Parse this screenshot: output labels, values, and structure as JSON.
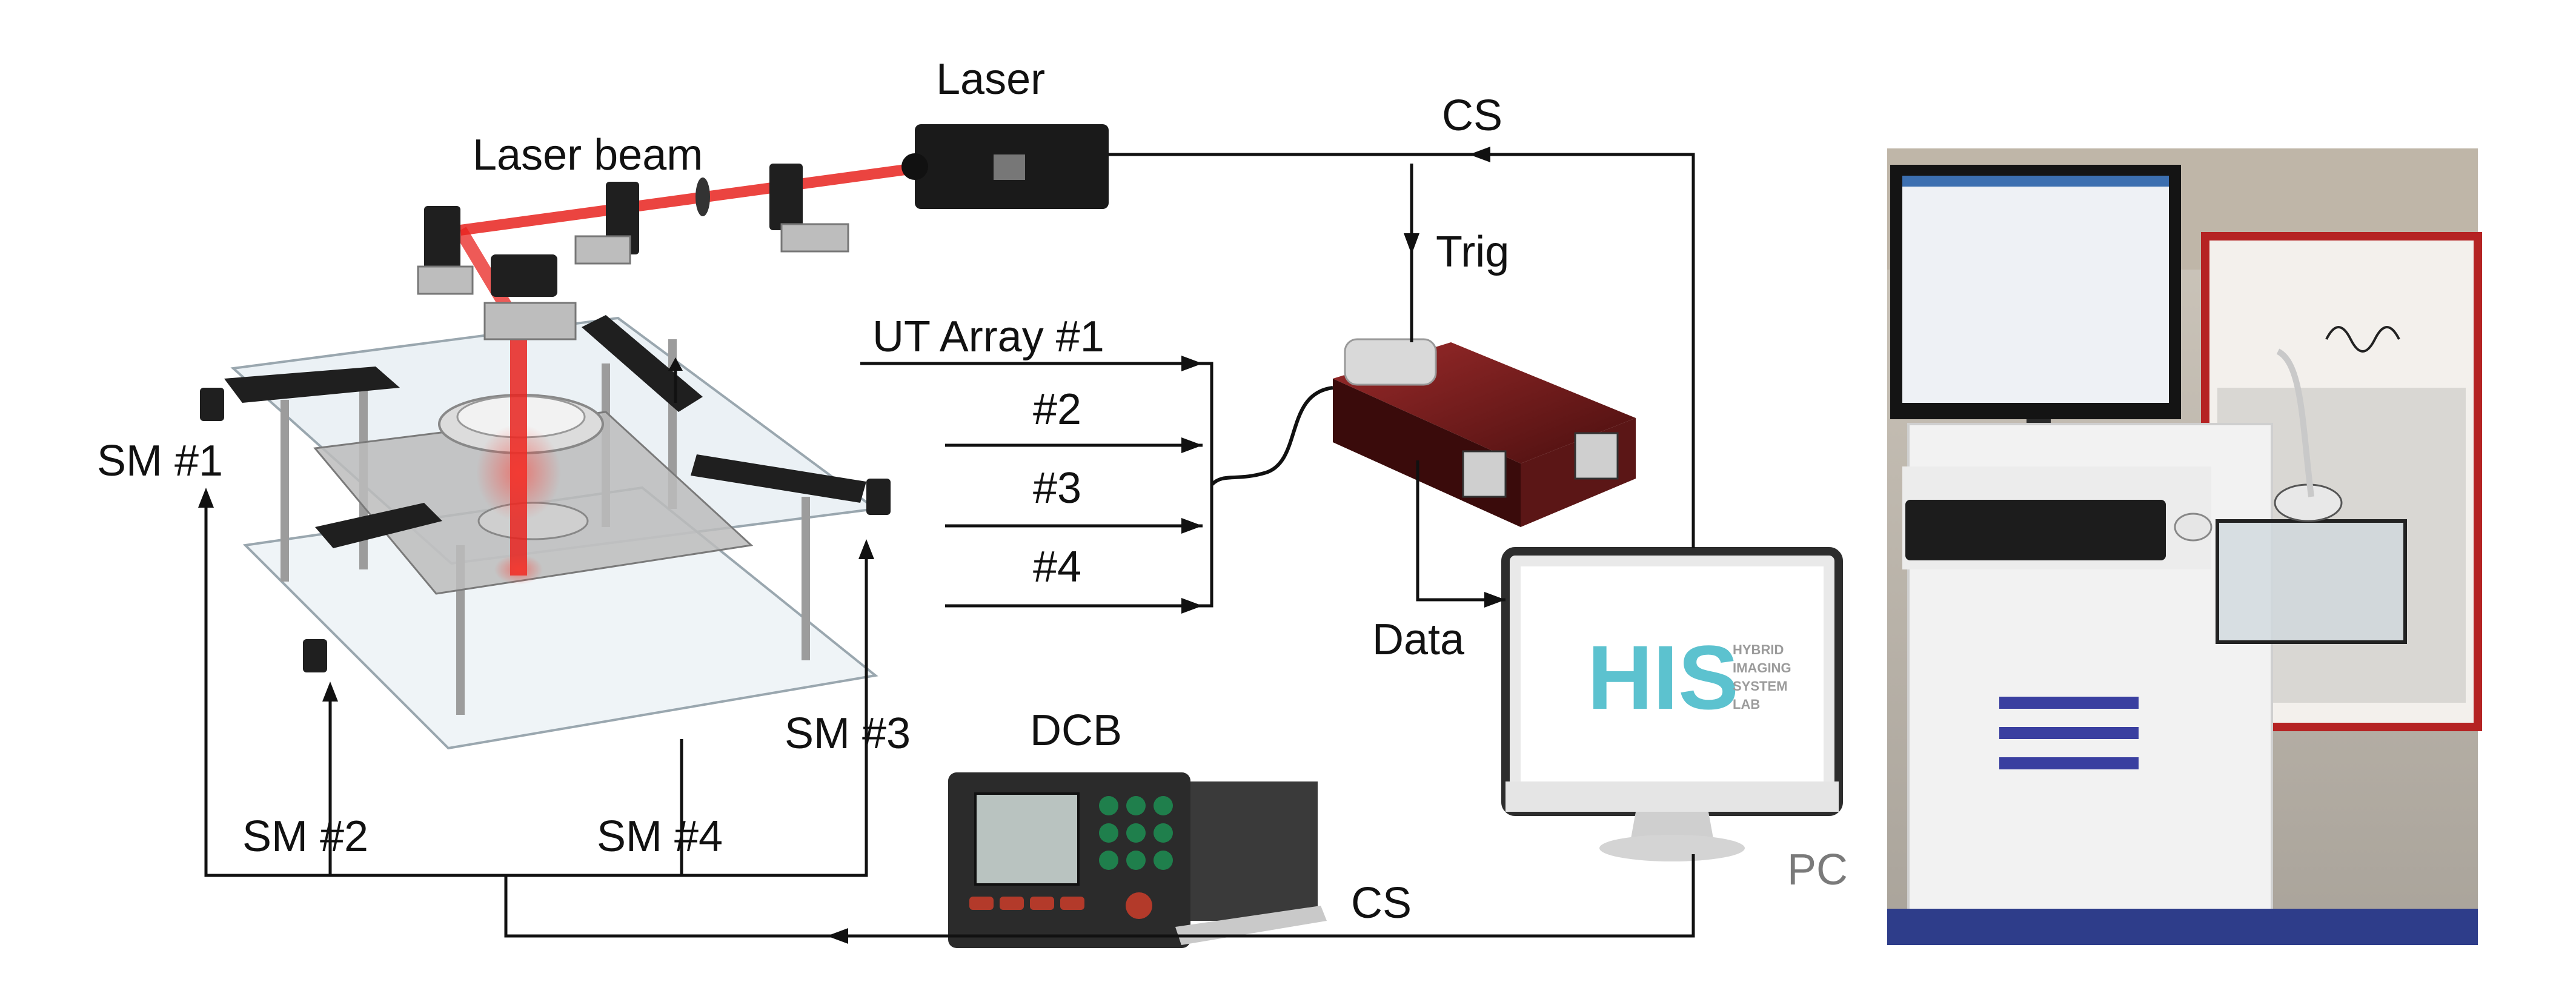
{
  "colors": {
    "line": "#111111",
    "laser": "#e8231f",
    "daq_box": "#7a1c1c",
    "metal_dark": "#1f1f1f",
    "metal_light": "#cfcfcf",
    "acrylic": "#dfe8ee",
    "monitor_bezel": "#e9e9e9",
    "his_logo": "#3fb7c7",
    "pc_label": "#7a7a7a"
  },
  "labels": {
    "laser": "Laser",
    "laser_beam": "Laser beam",
    "cs_top": "CS",
    "trig": "Trig",
    "ut_array_1": "UT Array #1",
    "ut_2": "#2",
    "ut_3": "#3",
    "ut_4": "#4",
    "data": "Data",
    "dcb": "DCB",
    "sm_1": "SM #1",
    "sm_2": "SM #2",
    "sm_3": "SM #3",
    "sm_4": "SM #4",
    "cs_bottom": "CS",
    "pc": "PC"
  },
  "his_logo": {
    "word": "HIS",
    "line_1": "HYBRID",
    "line_2": "IMAGING",
    "line_3": "SYSTEM",
    "line_4": "LAB"
  },
  "icons": {
    "laser": "laser-module-icon",
    "daq": "acquisition-box-icon",
    "dcb": "driver-control-board-icon",
    "pc": "monitor-icon",
    "stage": "motorized-stage-icon",
    "photo": "system-photograph"
  }
}
